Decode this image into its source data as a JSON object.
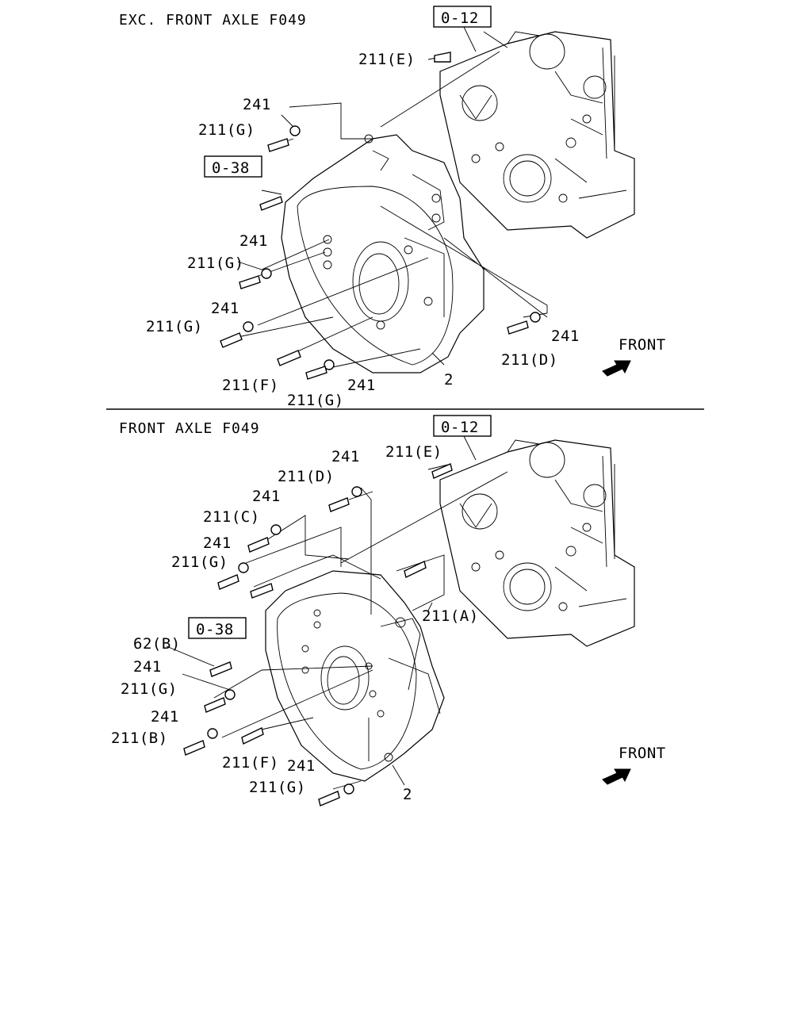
{
  "top": {
    "header": "EXC. FRONT AXLE F049",
    "refs": [
      "0-12",
      "0-38"
    ],
    "labels": [
      "211(E)",
      "241",
      "211(G)",
      "241",
      "211(G)",
      "241",
      "211(G)",
      "241",
      "211(D)",
      "211(F)",
      "211(G)",
      "241",
      "2"
    ],
    "direction": "FRONT"
  },
  "bottom": {
    "header": "FRONT AXLE F049",
    "refs": [
      "0-12",
      "0-38"
    ],
    "labels": [
      "241",
      "211(E)",
      "211(D)",
      "241",
      "211(C)",
      "241",
      "211(G)",
      "211(A)",
      "62(B)",
      "241",
      "211(G)",
      "241",
      "211(B)",
      "211(F)",
      "241",
      "211(G)",
      "2"
    ],
    "direction": "FRONT"
  }
}
